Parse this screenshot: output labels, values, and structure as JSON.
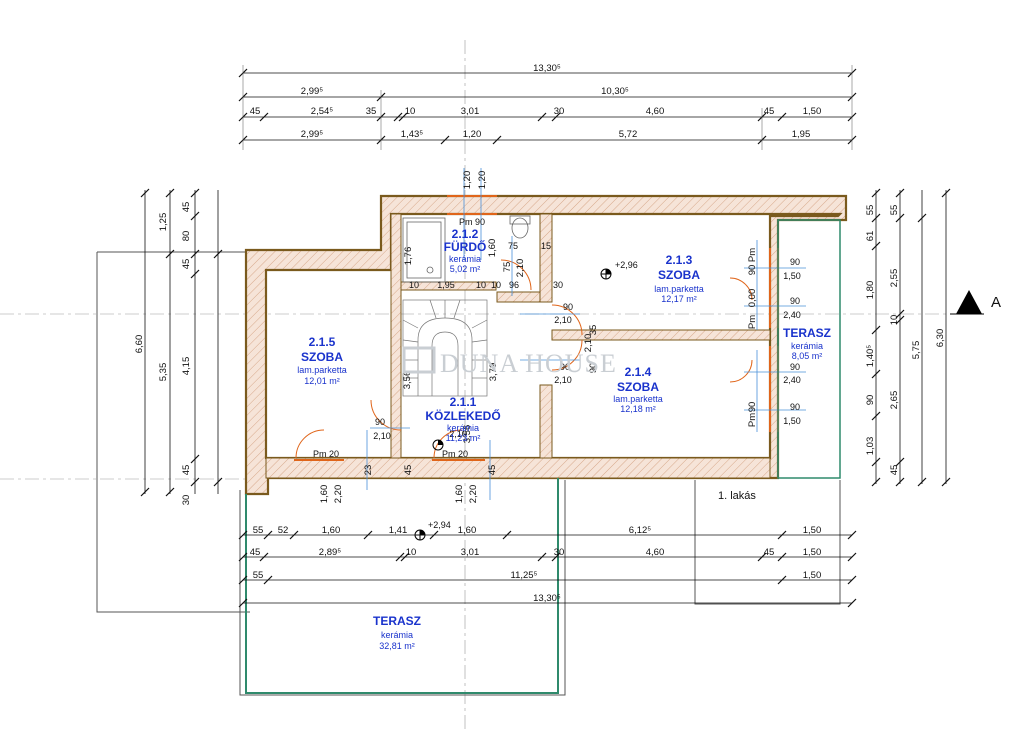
{
  "rooms": [
    {
      "id": "2.1.2",
      "name": "FÜRDŐ",
      "material": "kerámia",
      "area": "5,02 m²"
    },
    {
      "id": "2.1.3",
      "name": "SZOBA",
      "material": "lam.parketta",
      "area": "12,17 m²"
    },
    {
      "id": "2.1.5",
      "name": "SZOBA",
      "material": "lam.parketta",
      "area": "12,01 m²"
    },
    {
      "id": "2.1.4",
      "name": "SZOBA",
      "material": "lam.parketta",
      "area": "12,18 m²"
    },
    {
      "id": "2.1.1",
      "name": "KÖZLEKEDŐ",
      "material": "kerámia",
      "area": "11,23 m²"
    }
  ],
  "terraces": [
    {
      "name": "TERASZ",
      "material": "kerámia",
      "area": "8,05 m²"
    },
    {
      "name": "TERASZ",
      "material": "kerámia",
      "area": "32,81 m²"
    }
  ],
  "apartment_label": "1. lakás",
  "section_marker": "A",
  "watermark": "DUNA HOUSE",
  "levels": [
    "+2,96",
    "+2,94"
  ],
  "top_dimensions": {
    "row1": [
      "13,30⁵"
    ],
    "row2": [
      "2,99⁵",
      "10,30⁵"
    ],
    "row3": [
      "45",
      "2,54⁵",
      "35",
      "10",
      "3,01",
      "30",
      "4,60",
      "45",
      "1,50"
    ],
    "row4": [
      "2,99⁵",
      "1,43⁵",
      "1,20",
      "5,72",
      "1,95"
    ]
  },
  "bottom_dimensions": {
    "row1": [
      "55",
      "52",
      "1,60",
      "1,41",
      "1,60",
      "6,12⁵",
      "1,50"
    ],
    "row2": [
      "45",
      "2,89⁵",
      "10",
      "3,01",
      "30",
      "4,60",
      "45",
      "1,50"
    ],
    "row3": [
      "55",
      "11,25⁵",
      "1,50"
    ],
    "row4": [
      "13,30⁵"
    ]
  },
  "left_dimensions": [
    "1,25",
    "45",
    "80",
    "45",
    "6,60",
    "5,35",
    "4,15",
    "45",
    "30"
  ],
  "right_dimensions": [
    "55",
    "55",
    "61",
    "1,80",
    "2,55",
    "10",
    "1,40⁵",
    "5,75",
    "6,30",
    "90",
    "2,65",
    "1,03",
    "45"
  ],
  "openings": [
    "1,20",
    "1,20",
    "Pm 90",
    "1,76",
    "1,60",
    "75",
    "15",
    "75",
    "2,10",
    "96",
    "30",
    "10",
    "1,95",
    "10",
    "10",
    "2,10",
    "90",
    "2,10",
    "90",
    "35",
    "3,56",
    "3,79",
    "2,10",
    "90",
    "90",
    "1,50",
    "90",
    "2,40",
    "0,00",
    "90",
    "2,40",
    "90",
    "1,50",
    "Pm",
    "Pm",
    "Pm",
    "90",
    "90",
    "Pm 20",
    "Pm 20",
    "2,10",
    "23",
    "45",
    "45",
    "1,60",
    "2,20",
    "1,60",
    "2,20",
    "90",
    "2,10",
    "3,56"
  ]
}
